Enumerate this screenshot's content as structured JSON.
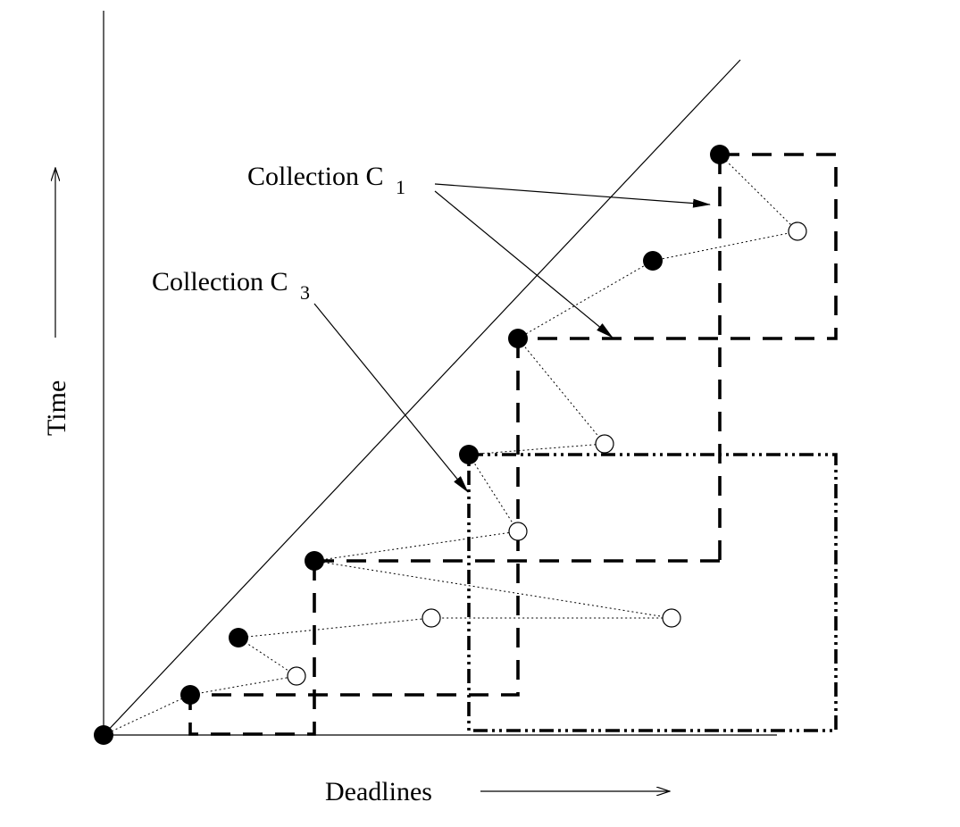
{
  "labels": {
    "collection_c1": "Collection C",
    "collection_c1_sub": "1",
    "collection_c3": "Collection C",
    "collection_c3_sub": "3",
    "x_axis": "Deadlines",
    "y_axis": "Time"
  },
  "colors": {
    "ink": "#000000",
    "background": "#ffffff"
  }
}
